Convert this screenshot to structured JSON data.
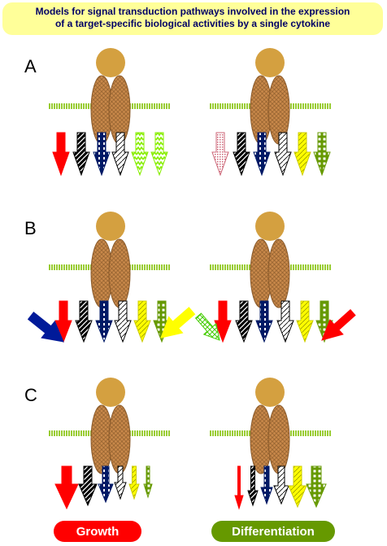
{
  "title": {
    "line1": "Models for signal transduction pathways involved in the expression",
    "line2": "of a target-specific biological activities by a single cytokine"
  },
  "panels": [
    {
      "label": "A"
    },
    {
      "label": "B"
    },
    {
      "label": "C"
    }
  ],
  "outcomes": {
    "growth": {
      "label": "Growth",
      "color": "#ff0000"
    },
    "differentiation": {
      "label": "Differentiation",
      "color": "#669900"
    }
  },
  "colors": {
    "ligand": "#d4a040",
    "receptor": "#c8884a",
    "membrane": "#99cc33",
    "red": "#ff0000",
    "pink": "#cc6677",
    "black": "#000000",
    "navy": "#001a66",
    "white": "#ffffff",
    "lime": "#99ff00",
    "yellow": "#ffff00",
    "olive": "#669900",
    "blue": "#001a99"
  }
}
